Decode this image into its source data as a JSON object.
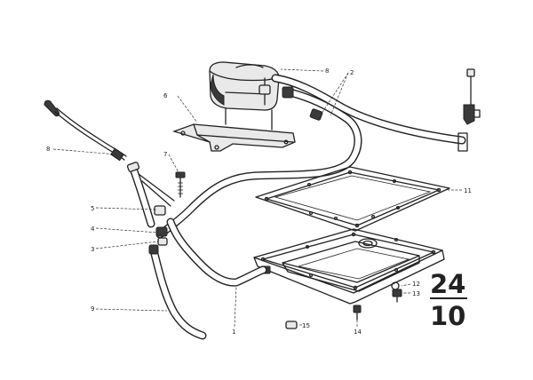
{
  "diagram": {
    "callouts": [
      {
        "id": "c1",
        "text": "1"
      },
      {
        "id": "c2",
        "text": "2"
      },
      {
        "id": "c3",
        "text": "3"
      },
      {
        "id": "c4",
        "text": "4"
      },
      {
        "id": "c5",
        "text": "5"
      },
      {
        "id": "c6",
        "text": "6"
      },
      {
        "id": "c7",
        "text": "7"
      },
      {
        "id": "c8a",
        "text": "8"
      },
      {
        "id": "c8b",
        "text": "8"
      },
      {
        "id": "c9",
        "text": "9"
      },
      {
        "id": "c11",
        "text": "11"
      },
      {
        "id": "c12",
        "text": "12"
      },
      {
        "id": "c13",
        "text": "13"
      },
      {
        "id": "c14",
        "text": "14"
      },
      {
        "id": "c15",
        "text": "15"
      }
    ],
    "sheet": {
      "top": "24",
      "bottom": "10"
    }
  }
}
